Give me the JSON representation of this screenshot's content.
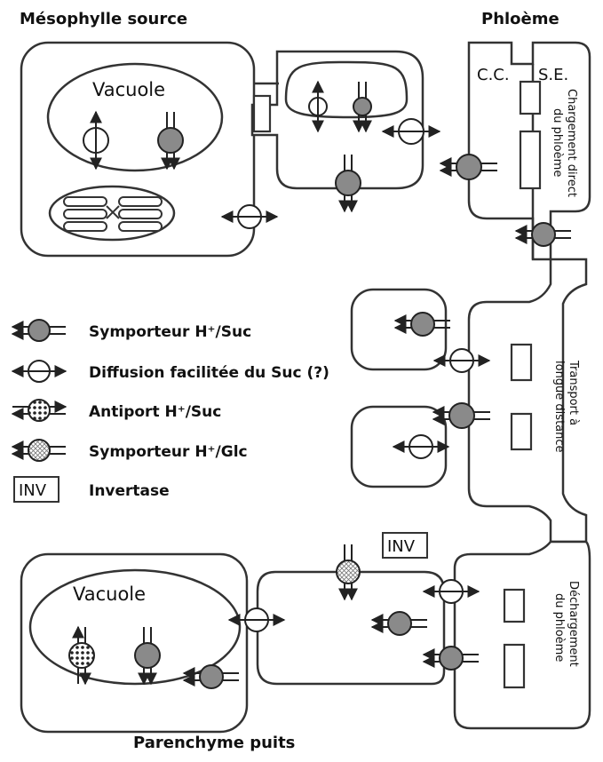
{
  "labels": {
    "mesophyll": "Mésophylle source",
    "phloem": "Phloème",
    "cc": "C.C.",
    "se": "S.E.",
    "vacuole_top": "Vacuole",
    "vacuole_bottom": "Vacuole",
    "sink": "Parenchyme puits",
    "inv_box": "INV",
    "loading_line1": "Chargement direct",
    "loading_line2": "du phloème",
    "transport_line1": "Transport à",
    "transport_line2": "longue distance",
    "unloading_line1": "Déchargement",
    "unloading_line2": "du phloème"
  },
  "legend": [
    {
      "symbol": "symporter-suc",
      "label": "Symporteur H⁺/Suc"
    },
    {
      "symbol": "facilitated-diffusion",
      "label": "Diffusion facilitée du Suc (?)"
    },
    {
      "symbol": "antiport",
      "label": "Antiport H⁺/Suc"
    },
    {
      "symbol": "symporter-glc",
      "label": "Symporteur H⁺/Glc"
    },
    {
      "symbol": "invertase",
      "label": "Invertase",
      "box": "INV"
    }
  ],
  "colors": {
    "outline": "#333333",
    "transporter_fill": "#8a8a8a",
    "background": "#ffffff"
  }
}
